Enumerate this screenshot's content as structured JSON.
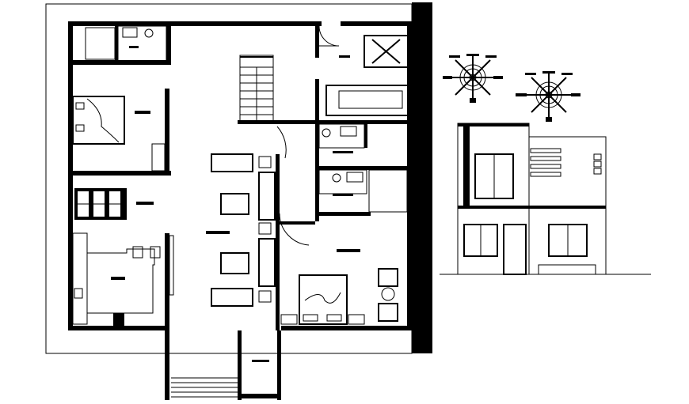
{
  "drawing": {
    "colors": {
      "line": "#000000",
      "background": "#ffffff"
    },
    "views": [
      "floor-plan",
      "front-elevation",
      "compass-symbols"
    ]
  }
}
